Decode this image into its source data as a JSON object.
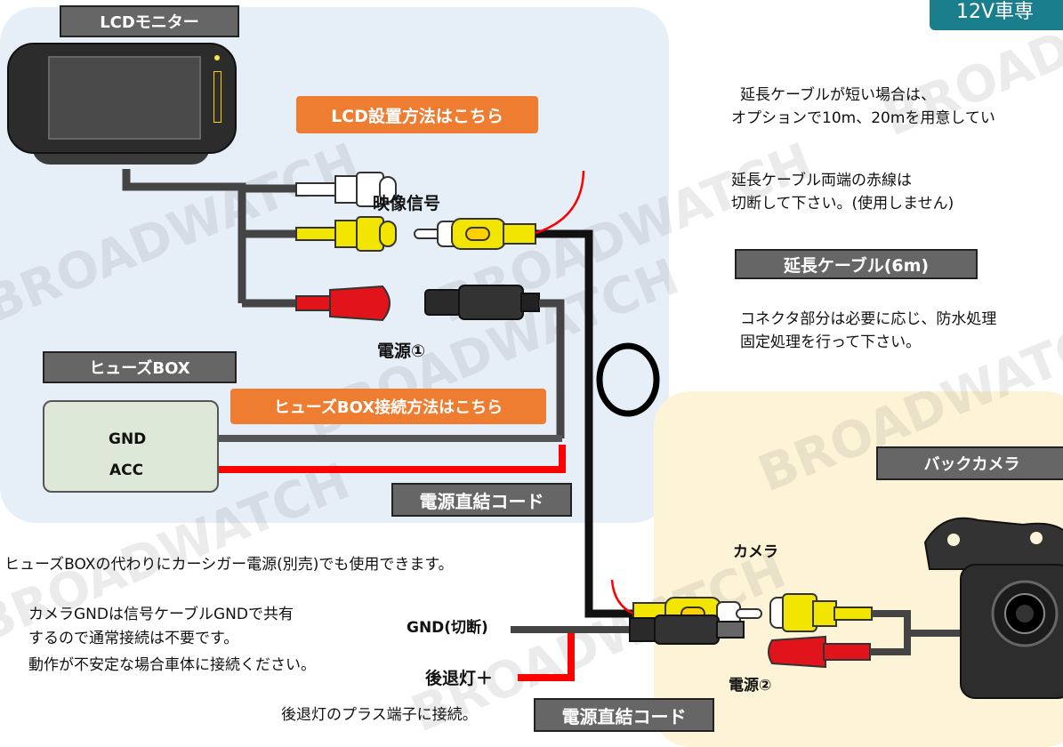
{
  "title_tag": "12V車専",
  "labels": {
    "lcd_monitor": "LCDモニター",
    "lcd_install_link": "LCD設置方法はこちら",
    "fuse_box": "ヒューズBOX",
    "fuse_connect_link": "ヒューズBOX接続方法はこちら",
    "power_direct_cord_1": "電源直結コード",
    "power_direct_cord_2": "電源直結コード",
    "extension_cable": "延長ケーブル(6m)",
    "back_camera": "バックカメラ"
  },
  "wire_labels": {
    "video_signal": "映像信号",
    "power1": "電源①",
    "gnd": "GND",
    "acc": "ACC",
    "camera": "カメラ",
    "gnd_cut": "GND(切断)",
    "reverse_plus": "後退灯＋",
    "power2": "電源②"
  },
  "notes": {
    "ext_line1": "延長ケーブルが短い場合は、",
    "ext_line2": "オプションで10m、20mを用意してい",
    "red_line1": "延長ケーブル両端の赤線は",
    "red_line2": "切断して下さい。(使用しません)",
    "conn_line1": "コネクタ部分は必要に応じ、防水処理",
    "conn_line2": "固定処理を行って下さい。",
    "cigar_note": "ヒューズBOXの代わりにカーシガー電源(別売)でも使用できます。",
    "gnd_line1": "カメラGNDは信号ケーブルGNDで共有",
    "gnd_line2": "するので通常接続は不要です。",
    "gnd_line3": "動作が不安定な場合車体に接続ください。",
    "reverse_note": "後退灯のプラス端子に接続。"
  },
  "watermark": "BROADWATCH",
  "colors": {
    "orange": "#ee7d31",
    "gray_label": "#666666",
    "title_tag": "#1a7e8c",
    "blue_bg": "#e6eef8",
    "yellow_bg": "#fdf3d6",
    "rca_yellow": "#f2e600",
    "rca_red": "#e2141b",
    "wire_red": "#ff0000",
    "wire_black": "#111111"
  }
}
